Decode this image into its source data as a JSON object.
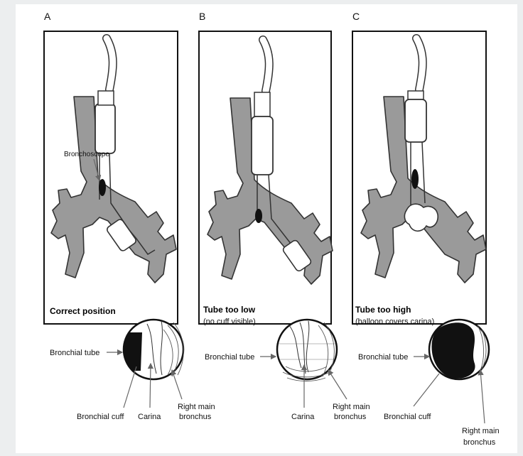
{
  "panels": [
    {
      "letter": "A",
      "caption": "Correct position",
      "subcaption": "",
      "bronchoscope_label": "Bronchoscope",
      "labels": {
        "bronchial_tube": "Bronchial tube",
        "bronchial_cuff": "Bronchial cuff",
        "carina": "Carina",
        "right_main_1": "Right main",
        "right_main_2": "bronchus"
      }
    },
    {
      "letter": "B",
      "caption": "Tube too low",
      "subcaption": "(no cuff visible)",
      "labels": {
        "bronchial_tube": "Bronchial tube",
        "carina": "Carina",
        "right_main_1": "Right main",
        "right_main_2": "bronchus"
      }
    },
    {
      "letter": "C",
      "caption": "Tube too high",
      "subcaption": "(balloon covers carina)",
      "labels": {
        "bronchial_tube": "Bronchial tube",
        "bronchial_cuff": "Bronchial cuff",
        "right_main_1": "Right main",
        "right_main_2": "bronchus"
      }
    }
  ],
  "colors": {
    "lung": "#9a9a9a",
    "tube": "#ffffff",
    "cuff": "#111111",
    "background": "#eceeef"
  }
}
